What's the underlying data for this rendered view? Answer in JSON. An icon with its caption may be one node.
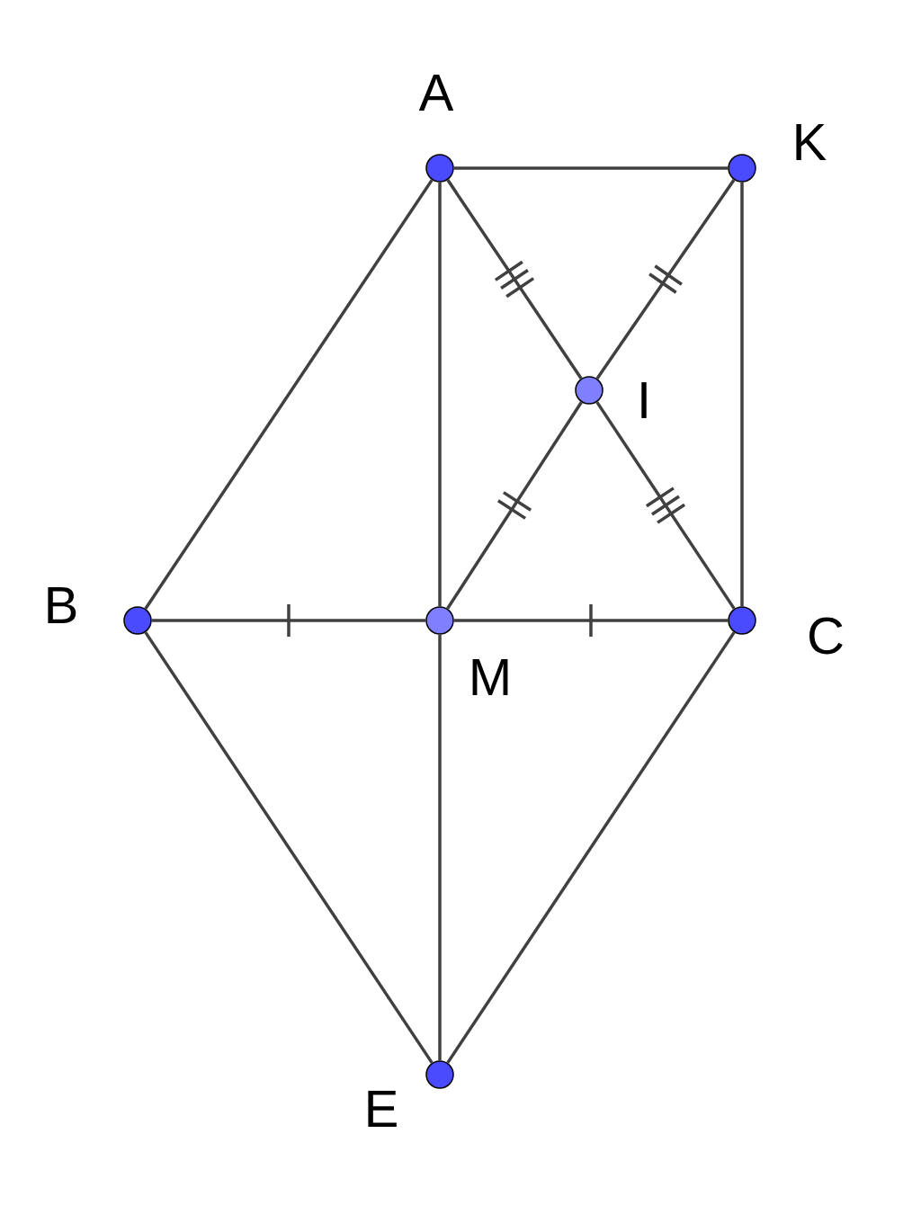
{
  "diagram": {
    "nodes": [
      {
        "text": [],
        "shape": "circle",
        "beside": [
          "A"
        ]
      },
      {
        "text": [],
        "shape": "circle",
        "beside": [
          "K"
        ]
      },
      {
        "text": [],
        "shape": "circle",
        "beside": [
          "I"
        ]
      },
      {
        "text": [],
        "shape": "circle",
        "beside": [
          "B"
        ]
      },
      {
        "text": [],
        "shape": "circle",
        "beside": [
          "M"
        ]
      },
      {
        "text": [],
        "shape": "circle",
        "beside": [
          "C"
        ]
      },
      {
        "text": [],
        "shape": "circle",
        "beside": [
          "E"
        ]
      }
    ],
    "edges": [
      {
        "from": 0,
        "to": 1,
        "arrow": "none"
      },
      {
        "from": 0,
        "to": 3,
        "arrow": "none"
      },
      {
        "from": 0,
        "to": 4,
        "arrow": "none"
      },
      {
        "from": 0,
        "to": 2,
        "arrow": "none"
      },
      {
        "from": 2,
        "to": 5,
        "arrow": "none"
      },
      {
        "from": 1,
        "to": 2,
        "arrow": "none"
      },
      {
        "from": 2,
        "to": 4,
        "arrow": "none"
      },
      {
        "from": 1,
        "to": 5,
        "arrow": "none"
      },
      {
        "from": 3,
        "to": 4,
        "arrow": "none"
      },
      {
        "from": 4,
        "to": 5,
        "arrow": "none"
      },
      {
        "from": 3,
        "to": 6,
        "arrow": "none"
      },
      {
        "from": 4,
        "to": 6,
        "arrow": "none"
      },
      {
        "from": 5,
        "to": 6,
        "arrow": "none"
      }
    ]
  }
}
